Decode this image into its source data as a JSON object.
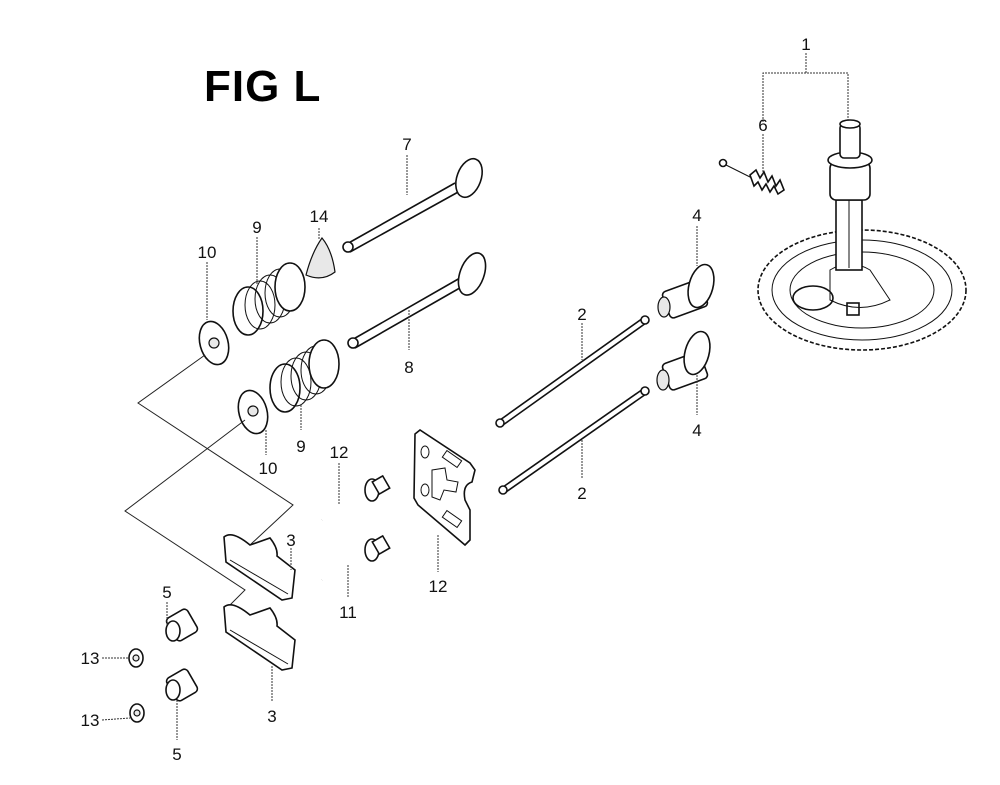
{
  "title": "FIG L",
  "callouts": [
    {
      "id": "c1",
      "label": "1",
      "part": "camshaft-assembly"
    },
    {
      "id": "c6",
      "label": "6",
      "part": "decompressor-spring"
    },
    {
      "id": "c7",
      "label": "7",
      "part": "valve-inlet"
    },
    {
      "id": "c8",
      "label": "8",
      "part": "valve-exhaust"
    },
    {
      "id": "c14",
      "label": "14",
      "part": "valve-stem-seal"
    },
    {
      "id": "c9a",
      "label": "9",
      "part": "valve-spring-upper"
    },
    {
      "id": "c9b",
      "label": "9",
      "part": "valve-spring-lower"
    },
    {
      "id": "c10a",
      "label": "10",
      "part": "valve-spring-retainer-upper"
    },
    {
      "id": "c10b",
      "label": "10",
      "part": "valve-spring-retainer-lower"
    },
    {
      "id": "c4a",
      "label": "4",
      "part": "tappet-upper"
    },
    {
      "id": "c4b",
      "label": "4",
      "part": "tappet-lower"
    },
    {
      "id": "c2a",
      "label": "2",
      "part": "push-rod-upper"
    },
    {
      "id": "c2b",
      "label": "2",
      "part": "push-rod-lower"
    },
    {
      "id": "c12a",
      "label": "12",
      "part": "rocker-pivot-bolt-upper"
    },
    {
      "id": "c12b",
      "label": "12",
      "part": "rocker-pivot-bolt-lower"
    },
    {
      "id": "c11",
      "label": "11",
      "part": "push-rod-guide-plate"
    },
    {
      "id": "c3a",
      "label": "3",
      "part": "rocker-arm-upper"
    },
    {
      "id": "c3b",
      "label": "3",
      "part": "rocker-arm-lower"
    },
    {
      "id": "c5a",
      "label": "5",
      "part": "pivot-upper"
    },
    {
      "id": "c5b",
      "label": "5",
      "part": "pivot-lower"
    },
    {
      "id": "c13a",
      "label": "13",
      "part": "nut-upper"
    },
    {
      "id": "c13b",
      "label": "13",
      "part": "nut-lower"
    }
  ]
}
